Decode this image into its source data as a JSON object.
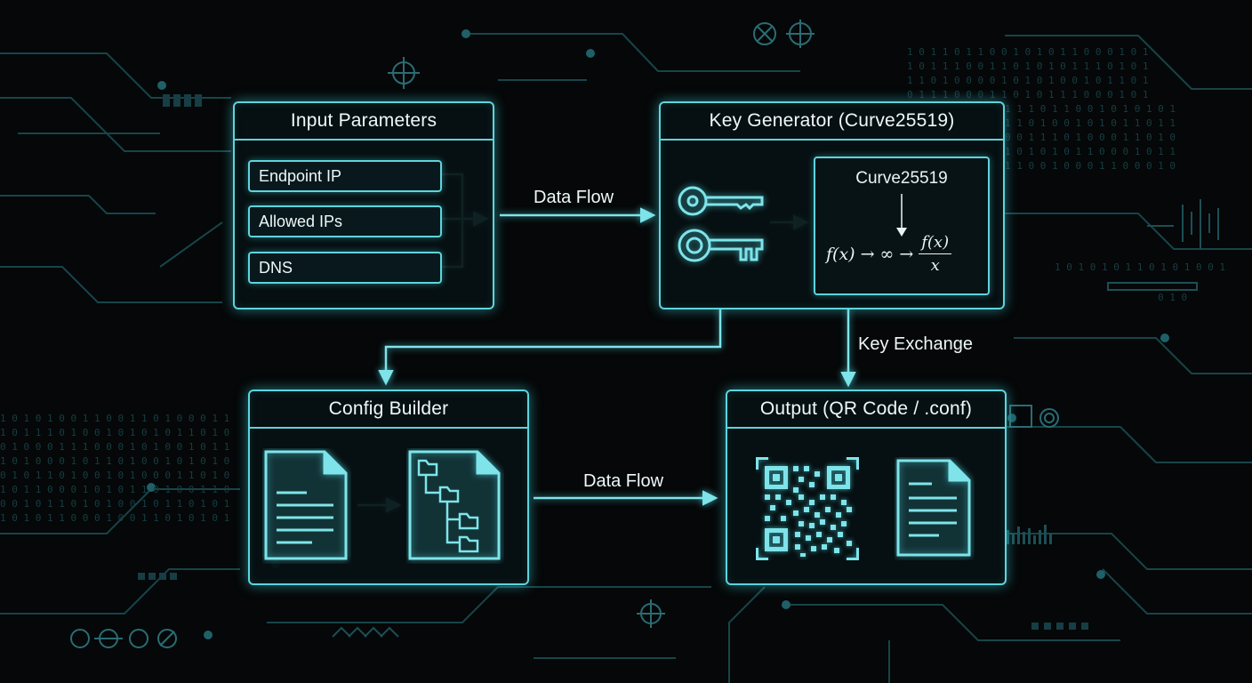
{
  "panels": {
    "input": {
      "title": "Input Parameters",
      "fields": [
        "Endpoint IP",
        "Allowed IPs",
        "DNS"
      ]
    },
    "keygen": {
      "title": "Key Generator (Curve25519)",
      "curve_label": "Curve25519",
      "formula": {
        "lhs": "f(x)",
        "arrow": "→",
        "infinity": "∞",
        "num": "f(x)",
        "den": "x"
      }
    },
    "config": {
      "title": "Config Builder"
    },
    "output": {
      "title": "Output (QR Code / .conf)"
    }
  },
  "edges": {
    "input_to_keygen": "Data Flow",
    "keygen_to_output": "Key Exchange",
    "config_to_output": "Data Flow"
  },
  "icons": [
    "key-icon",
    "document-icon",
    "folder-tree-icon",
    "qr-code-icon"
  ],
  "colors": {
    "accent": "#5fd4dc",
    "background": "#050708",
    "text": "#eef8f9"
  }
}
